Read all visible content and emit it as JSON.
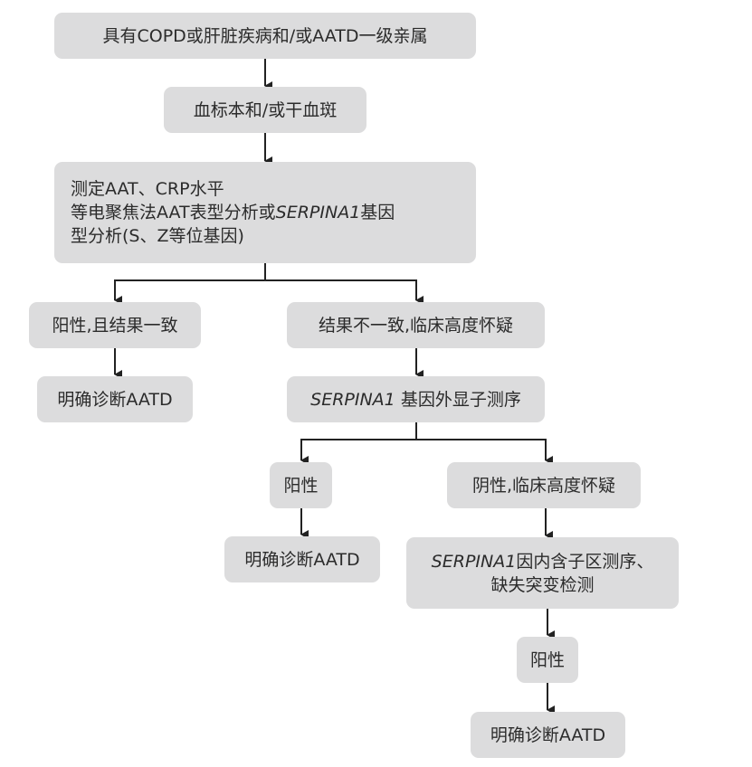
{
  "title": "AATD diagnostic flowchart",
  "colors": {
    "box_fill": "#dcdcdd",
    "line": "#222222",
    "text": "#2b2b2b"
  },
  "nodes": {
    "start": {
      "text": "具有COPD或肝脏疾病和/或AATD一级亲属"
    },
    "sample": {
      "text": "血标本和/或干血斑"
    },
    "test": {
      "line1": "测定AAT、CRP水平",
      "line2_pre": "等电聚焦法AAT表型分析或",
      "line2_gene": "SERPINA1",
      "line2_post": "基因",
      "line3": "型分析(S、Z等位基因)"
    },
    "consistent_positive": {
      "text": "阳性,且结果一致"
    },
    "diagnosis_1": {
      "text": "明确诊断AATD"
    },
    "inconsistent": {
      "text": "结果不一致,临床高度怀疑"
    },
    "exon_seq": {
      "gene": "SERPINA1",
      "text": "基因外显子测序"
    },
    "positive_2": {
      "text": "阳性"
    },
    "diagnosis_2": {
      "text": "明确诊断AATD"
    },
    "negative_suspect": {
      "text": "阴性,临床高度怀疑"
    },
    "intron_seq": {
      "gene": "SERPINA1",
      "line1": "因内含子区测序、",
      "line2": "缺失突变检测"
    },
    "positive_3": {
      "text": "阳性"
    },
    "diagnosis_3": {
      "text": "明确诊断AATD"
    }
  }
}
